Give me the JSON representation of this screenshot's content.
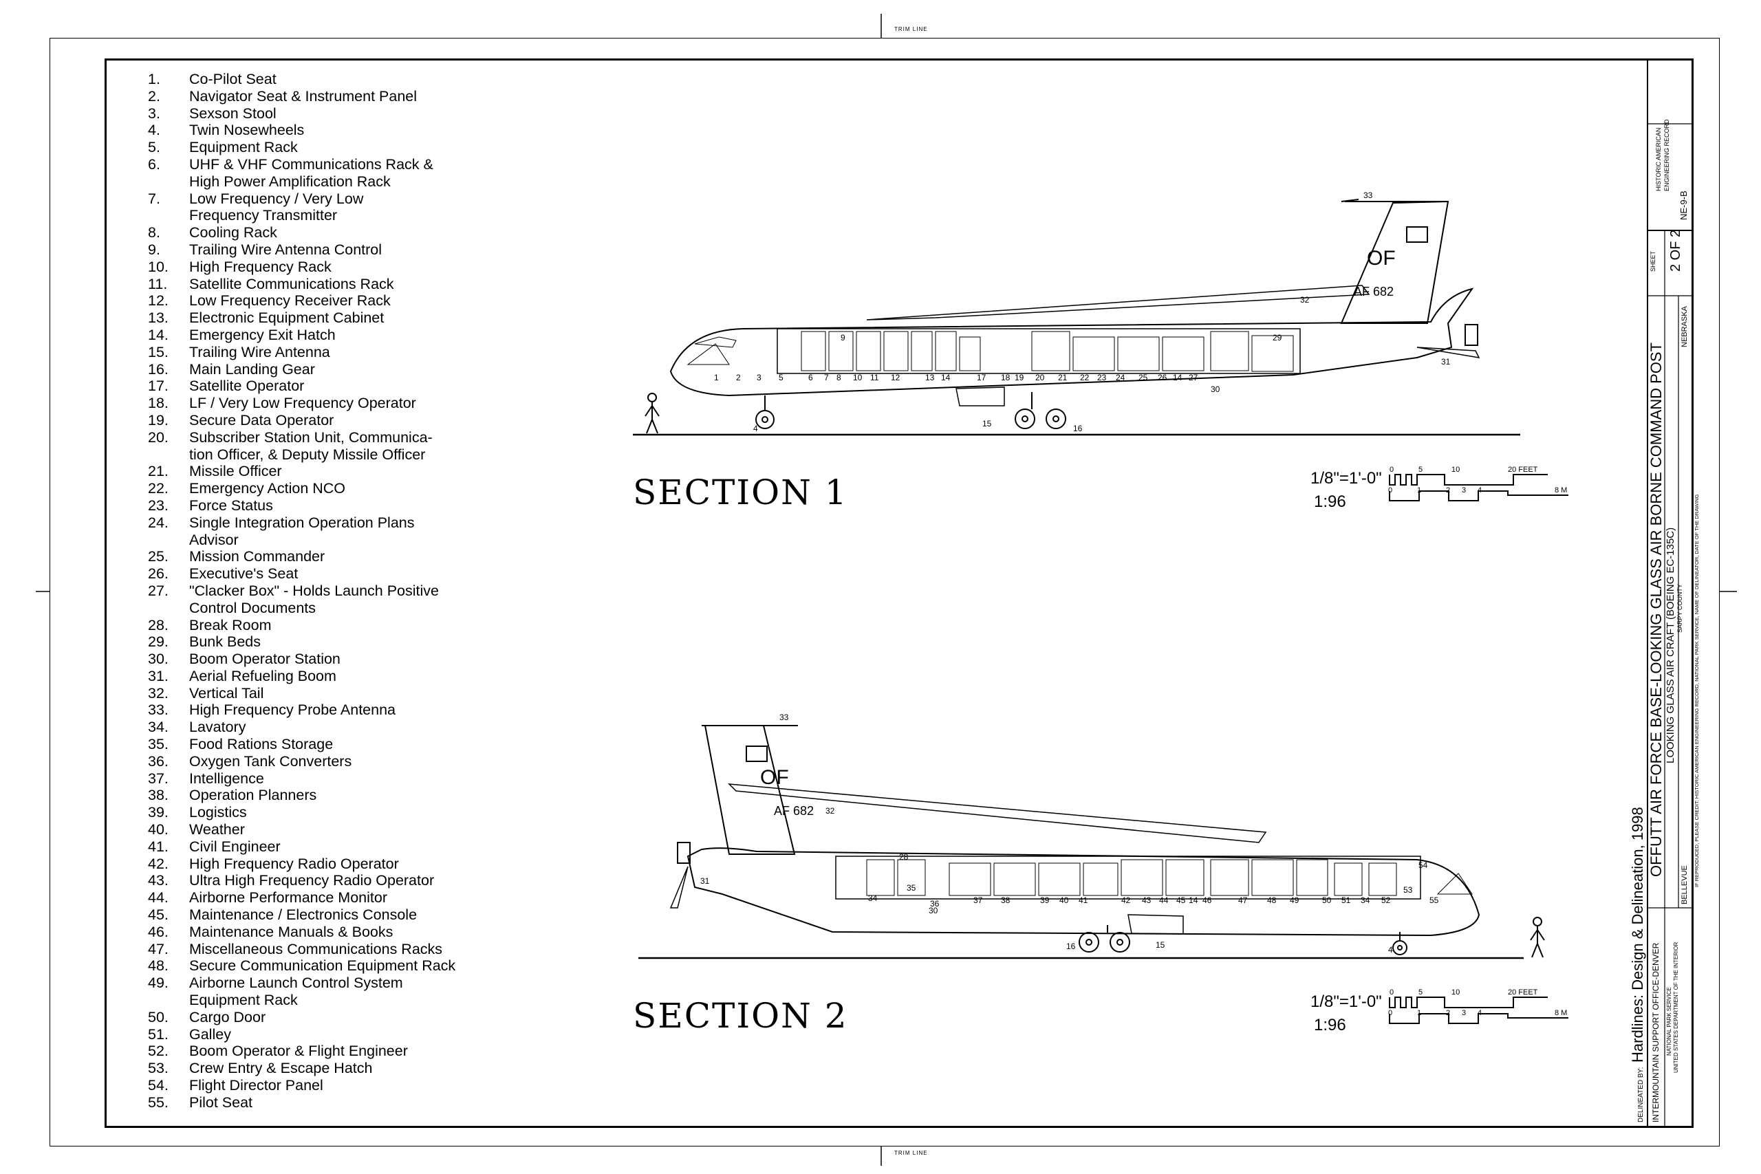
{
  "trim_label": "TRIM LINE",
  "legend": [
    {
      "num": "1.",
      "text": "Co-Pilot Seat"
    },
    {
      "num": "2.",
      "text": "Navigator Seat & Instrument Panel"
    },
    {
      "num": "3.",
      "text": "Sexson Stool"
    },
    {
      "num": "4.",
      "text": "Twin Nosewheels"
    },
    {
      "num": "5.",
      "text": "Equipment Rack"
    },
    {
      "num": "6.",
      "text": "UHF & VHF Communications Rack &"
    },
    {
      "num": "",
      "text": "High Power Amplification Rack"
    },
    {
      "num": "7.",
      "text": "Low Frequency / Very Low"
    },
    {
      "num": "",
      "text": "Frequency Transmitter"
    },
    {
      "num": "8.",
      "text": "Cooling Rack"
    },
    {
      "num": "9.",
      "text": "Trailing Wire Antenna Control"
    },
    {
      "num": "10.",
      "text": "High Frequency Rack"
    },
    {
      "num": "11.",
      "text": "Satellite Communications Rack"
    },
    {
      "num": "12.",
      "text": "Low Frequency Receiver Rack"
    },
    {
      "num": "13.",
      "text": "Electronic Equipment Cabinet"
    },
    {
      "num": "14.",
      "text": "Emergency Exit Hatch"
    },
    {
      "num": "15.",
      "text": "Trailing Wire Antenna"
    },
    {
      "num": "16.",
      "text": "Main Landing Gear"
    },
    {
      "num": "17.",
      "text": "Satellite Operator"
    },
    {
      "num": "18.",
      "text": "LF / Very Low Frequency Operator"
    },
    {
      "num": "19.",
      "text": "Secure Data Operator"
    },
    {
      "num": "20.",
      "text": "Subscriber Station Unit, Communica-"
    },
    {
      "num": "",
      "text": "tion Officer, & Deputy Missile Officer"
    },
    {
      "num": "21.",
      "text": "Missile Officer"
    },
    {
      "num": "22.",
      "text": "Emergency Action NCO"
    },
    {
      "num": "23.",
      "text": "Force Status"
    },
    {
      "num": "24.",
      "text": "Single Integration Operation Plans"
    },
    {
      "num": "",
      "text": "Advisor"
    },
    {
      "num": "25.",
      "text": "Mission Commander"
    },
    {
      "num": "26.",
      "text": "Executive's Seat"
    },
    {
      "num": "27.",
      "text": "\"Clacker Box\" - Holds Launch Positive"
    },
    {
      "num": "",
      "text": "Control Documents"
    },
    {
      "num": "28.",
      "text": "Break Room"
    },
    {
      "num": "29.",
      "text": "Bunk Beds"
    },
    {
      "num": "30.",
      "text": "Boom Operator Station"
    },
    {
      "num": "31.",
      "text": "Aerial Refueling Boom"
    },
    {
      "num": "32.",
      "text": "Vertical Tail"
    },
    {
      "num": "33.",
      "text": "High Frequency Probe Antenna"
    },
    {
      "num": "34.",
      "text": "Lavatory"
    },
    {
      "num": "35.",
      "text": "Food Rations Storage"
    },
    {
      "num": "36.",
      "text": "Oxygen Tank Converters"
    },
    {
      "num": "37.",
      "text": "Intelligence"
    },
    {
      "num": "38.",
      "text": "Operation Planners"
    },
    {
      "num": "39.",
      "text": "Logistics"
    },
    {
      "num": "40.",
      "text": "Weather"
    },
    {
      "num": "41.",
      "text": "Civil Engineer"
    },
    {
      "num": "42.",
      "text": "High Frequency Radio Operator"
    },
    {
      "num": "43.",
      "text": "Ultra High Frequency Radio Operator"
    },
    {
      "num": "44.",
      "text": "Airborne Performance Monitor"
    },
    {
      "num": "45.",
      "text": "Maintenance / Electronics Console"
    },
    {
      "num": "46.",
      "text": "Maintenance Manuals & Books"
    },
    {
      "num": "47.",
      "text": "Miscellaneous Communications Racks"
    },
    {
      "num": "48.",
      "text": "Secure Communication Equipment Rack"
    },
    {
      "num": "49.",
      "text": "Airborne Launch Control System"
    },
    {
      "num": "",
      "text": "Equipment Rack"
    },
    {
      "num": "50.",
      "text": "Cargo Door"
    },
    {
      "num": "51.",
      "text": "Galley"
    },
    {
      "num": "52.",
      "text": "Boom Operator & Flight Engineer"
    },
    {
      "num": "53.",
      "text": "Crew Entry & Escape Hatch"
    },
    {
      "num": "54.",
      "text": "Flight Director Panel"
    },
    {
      "num": "55.",
      "text": "Pilot Seat"
    }
  ],
  "section1": {
    "title": "SECTION 1",
    "scale_imperial": "1/8\"=1'-0\"",
    "scale_metric": "1:96",
    "feet_ticks": [
      "0",
      "5",
      "10",
      "20 FEET"
    ],
    "meter_ticks": [
      "0",
      "1",
      "2",
      "3",
      "4",
      "8 M"
    ],
    "callouts": [
      "1",
      "2",
      "3",
      "5",
      "6",
      "7",
      "8",
      "10",
      "11",
      "12",
      "13",
      "14",
      "17",
      "18",
      "19",
      "20",
      "21",
      "22",
      "23",
      "24",
      "25",
      "26",
      "14",
      "27",
      "9",
      "29",
      "30",
      "31",
      "32",
      "33",
      "4",
      "15",
      "16"
    ],
    "tail_marking": "OF",
    "tail_number": "AF 682"
  },
  "section2": {
    "title": "SECTION 2",
    "scale_imperial": "1/8\"=1'-0\"",
    "scale_metric": "1:96",
    "feet_ticks": [
      "0",
      "5",
      "10",
      "20 FEET"
    ],
    "meter_ticks": [
      "0",
      "1",
      "2",
      "3",
      "4",
      "8 M"
    ],
    "callouts": [
      "34",
      "35",
      "36",
      "30",
      "37",
      "38",
      "39",
      "40",
      "41",
      "42",
      "43",
      "44",
      "45",
      "14",
      "46",
      "47",
      "48",
      "49",
      "50",
      "51",
      "34",
      "52",
      "53",
      "55",
      "54",
      "28",
      "31",
      "32",
      "33",
      "16",
      "15",
      "4"
    ],
    "tail_marking": "OF",
    "tail_number": "AF 682"
  },
  "title_block": {
    "delineated_by": "DELINEATED BY:",
    "delineator": "Hardlines: Design & Delineation, 1998",
    "office": "INTERMOUNTAIN SUPPORT OFFICE-DENVER",
    "agency1": "NATIONAL PARK SERVICE",
    "agency2": "UNITED STATES DEPARTMENT OF THE INTERIOR",
    "main_title": "OFFUTT AIR FORCE BASE-LOOKING GLASS AIR BORNE COMMAND POST",
    "subtitle": "LOOKING GLASS AIR CRAFT (BOEING EC-135C)",
    "county": "SARPY COUNTY",
    "city": "BELLEVUE",
    "state": "NEBRASKA",
    "credit": "IF REPRODUCED, PLEASE CREDIT: HISTORIC AMERICAN ENGINEERING RECORD, NATIONAL PARK SERVICE, NAME OF DELINEATOR, DATE OF THE DRAWING",
    "sheet_label": "SHEET",
    "sheet_value": "2 OF 2",
    "record_name": "HISTORIC AMERICAN ENGINEERING RECORD",
    "record_number": "NE-9-B"
  }
}
